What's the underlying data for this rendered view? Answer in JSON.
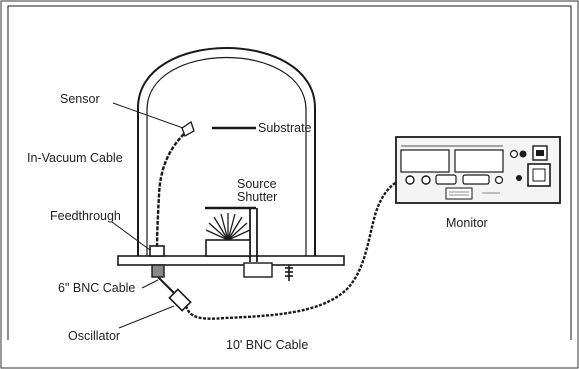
{
  "labels": {
    "sensor": "Sensor",
    "substrate": "Substrate",
    "in_vacuum_cable": "In-Vacuum Cable",
    "source": "Source",
    "shutter": "Shutter",
    "feedthrough": "Feedthrough",
    "bnc_6": "6\" BNC Cable",
    "oscillator": "Oscillator",
    "bnc_10": "10' BNC Cable",
    "monitor": "Monitor"
  },
  "colors": {
    "line": "#1a1a1a",
    "frame": "#333333",
    "background": "#ffffff",
    "panel_fill": "#f4f4f4"
  }
}
